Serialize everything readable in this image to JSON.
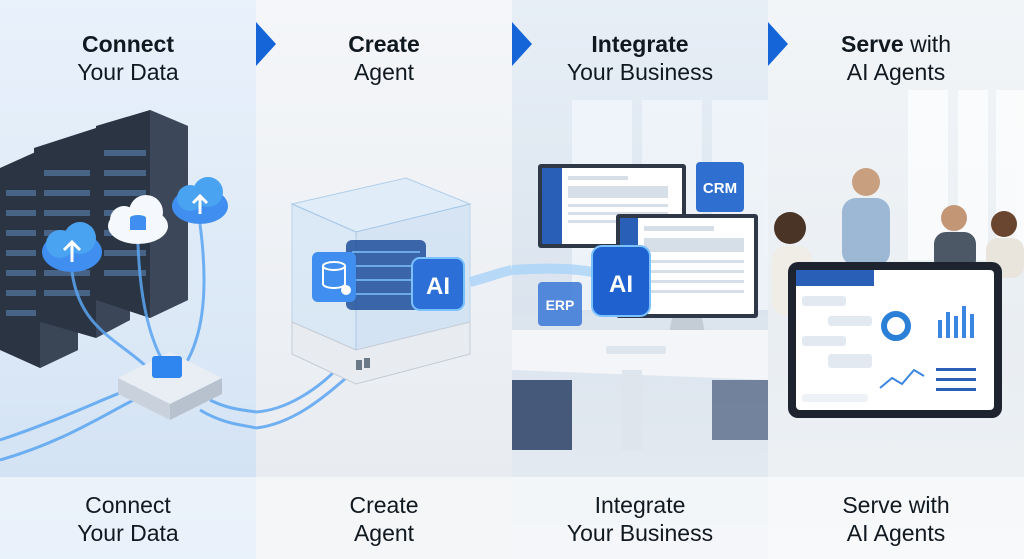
{
  "steps": [
    {
      "title_bold": "Connect",
      "title_rest": "Your Data",
      "caption_line1": "Connect",
      "caption_line2": "Your Data"
    },
    {
      "title_bold": "Create",
      "title_rest": "Agent",
      "caption_line1": "Create",
      "caption_line2": "Agent"
    },
    {
      "title_bold": "Integrate",
      "title_rest": "Your Business",
      "caption_line1": "Integrate",
      "caption_line2": "Your Business"
    },
    {
      "title_bold": "Serve",
      "title_mid": " with",
      "title_rest": "AI Agents",
      "caption_line1": "Serve with",
      "caption_line2": "AI Agents"
    }
  ],
  "agent_cube": {
    "chip_label": "AI"
  },
  "integration": {
    "crm_label": "CRM",
    "erp_label": "ERP",
    "chip_label": "AI"
  },
  "colors": {
    "accent": "#1565d8",
    "accent_light": "#4aa3f0",
    "text": "#101820"
  },
  "icons": [
    "chevron-right-icon",
    "cloud-upload-icon",
    "database-icon",
    "database-gear-icon"
  ]
}
